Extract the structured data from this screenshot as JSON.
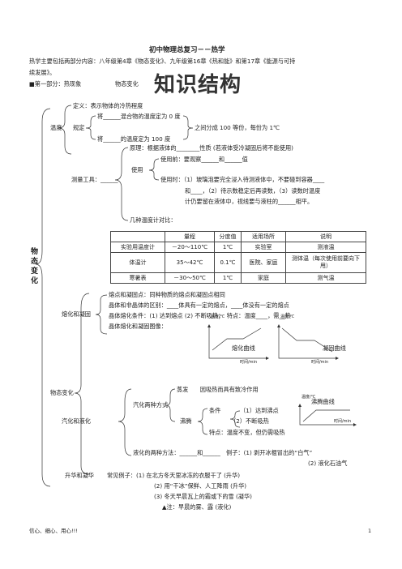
{
  "header": {
    "title": "初中物理总复习－－热学",
    "intro1": "热学主要包括两部分内容：八年级第4章《物态变化》、九年级第16章《热和能》和第17章《能源与可持",
    "intro2": "续发展》。",
    "part1": "■第一部分：热现象",
    "part1b": "物态变化",
    "banner": "知识结构"
  },
  "side_label": [
    "物",
    "态",
    "变",
    "化"
  ],
  "temperature": {
    "label": "温度",
    "def": "定义：表示物体的冷热程度",
    "rule_label": "规定",
    "rule1": "将______混合物的温度定为 0 度",
    "rule2": "将______的温度定为 100 度",
    "rule3": "之间分成 100 等份，每份为 1℃",
    "tool_label": "测量工具：______",
    "principle": "原理：根据液体的________性质 (若液体受冷凝固后将不能使用)",
    "use_label": "使用",
    "use_before": "使用前：要观察______和______值",
    "use_when1": "使用时：（1）玻璃泡要完全浸入待测液体中，不要碰到容器____",
    "use_when2": "和____，（2）待示数稳定后再读数，（3）读数时温度",
    "use_when3": "计仍要留在液体中，视线要与液柱的______相平。",
    "compare": "几种温度计对比："
  },
  "table": {
    "headers": [
      "",
      "量程",
      "分度值",
      "适用场所",
      "说明"
    ],
    "rows": [
      [
        "实验用温度计",
        "－20～110℃",
        "1℃",
        "实验室",
        "测液温"
      ],
      [
        "体温计",
        "35～42℃",
        "0.1℃",
        "医院、家庭",
        "测体温（每次使用前要向下甩）"
      ],
      [
        "寒暑表",
        "－30～50℃",
        "1℃",
        "家庭",
        "测气温"
      ]
    ]
  },
  "change": {
    "label": "物态变化",
    "melt_label": "熔化和凝固",
    "melt1": "熔点和凝固点：同种物质的熔点和凝固点相同",
    "melt2": "晶体和非晶体的区别：____体具有一定的熔点，____体没有一定的熔点",
    "melt3": "晶体熔化条件：(1) 达到熔点 (2) 不断吸热；　特点：温度____，需__热",
    "melt4": "晶体熔化和凝固图像：",
    "graph_y": "温度/℃",
    "graph_x": "时间/min",
    "melt_curve": "熔化曲线",
    "solid_curve": "凝固曲线",
    "vap_label": "汽化和液化",
    "vap_ways": "汽化两种方式",
    "evap": "蒸发　　因吸热而具有致冷作用",
    "boil": "沸腾",
    "boil_cond": "条件",
    "boil_c1": "（1）达到沸点",
    "boil_c2": "（2）不断吸热",
    "boil_feat": "特点：温度不变，但仍需吸热",
    "boil_curve": "沸腾曲线",
    "liq1": "液化的两种方法：______和______　例子：(1) 剥开冰棍冒出的“白气”",
    "liq2": "(2) 液化石油气",
    "sub_label": "升华和凝华",
    "sub1": "常见例子：(1) 在北方冬天里冰冻的衣服干了 (升华)",
    "sub2": "(2) 用“干冰”保鲜、人工降雨 (升华)",
    "sub3": "(3) 冬天早晨瓦上的霜或下的雪 (凝华)",
    "sub4": "▲注：早晨的雾、露 (液化)"
  },
  "footer": {
    "motto": "信心、细心、用心!!!",
    "page": "1"
  }
}
